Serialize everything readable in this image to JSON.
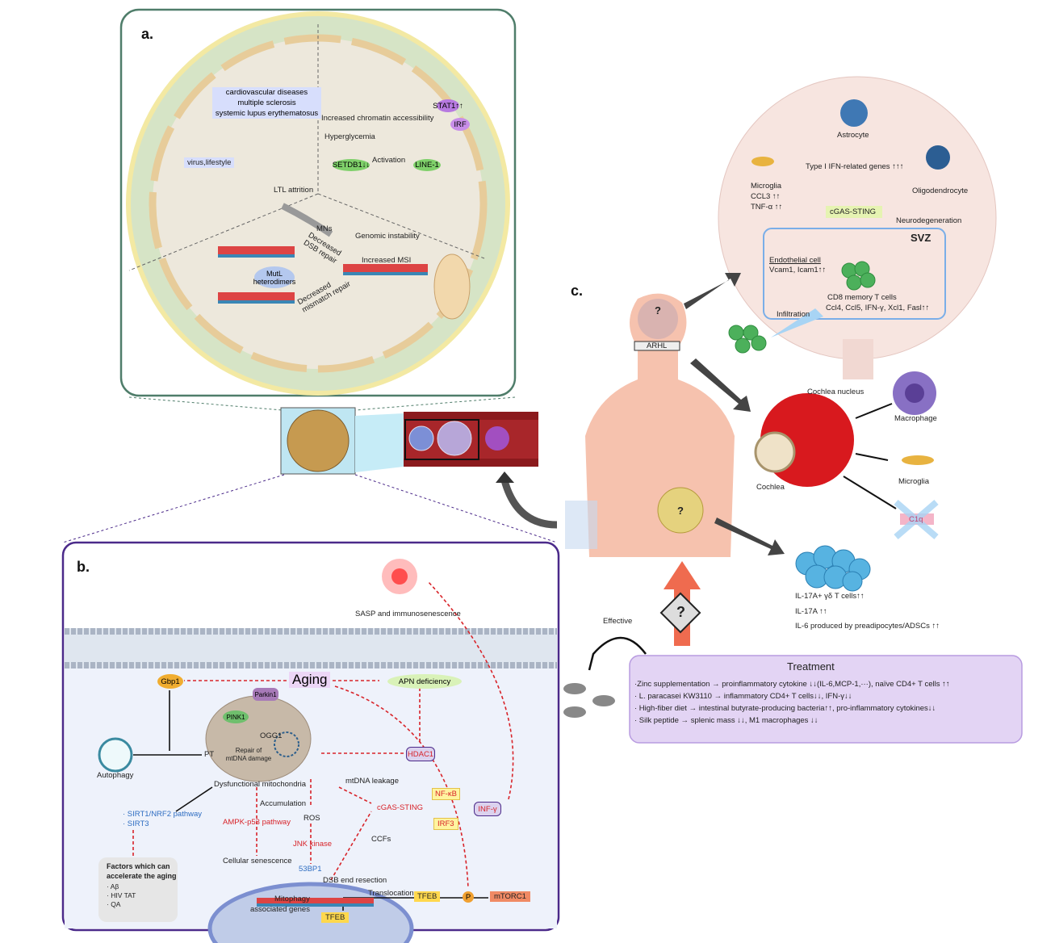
{
  "panel_a": {
    "label": "a.",
    "diseases": [
      "cardiovascular  diseases",
      "multiple sclerosis",
      "systemic lupus erythematosus"
    ],
    "virus": "virus,lifestyle",
    "ltl": "LTL attrition",
    "chromatin": "Increased chromatin accessibility",
    "stat1": "STAT1↑↑",
    "irf": "IRF",
    "hyperglycemia": "Hyperglycemia",
    "setdb1": "SETDB1↓↓",
    "activation": "Activation",
    "line1": "LINE-1",
    "mns": "MNs",
    "genomic": "Genomic instability",
    "dsb": "Decreased DSB repair",
    "msi": "Increased MSI",
    "mutl": "MutL heterodimers",
    "mismatch": "Decreased mismatch repair"
  },
  "panel_b": {
    "label": "b.",
    "sasp": "SASP and immunosenescence",
    "aging": "Aging",
    "gbp1": "Gbp1",
    "apn": "APN deficiency",
    "parkin": "Parkin1",
    "pink1": "PINK1",
    "ogg1": "OGG1",
    "repair": "Repair of mtDNA damage",
    "pt": "PT",
    "autophagy": "Autophagy",
    "hdac1": "HDAC1",
    "dysfunctional": "Dysfunctional mitochondria",
    "mtdna": "mtDNA leakage",
    "accumulation": "Accumulation",
    "ros": "ROS",
    "sirt": [
      "· SIRT1/NRF2 pathway",
      "· SIRT3"
    ],
    "ampk": "AMPK-p53 pathway",
    "cgas": "cGAS-STING",
    "nfkb": "NF-κB",
    "irf3": "IRF3",
    "infg": "INF-γ",
    "jnk": "JNK kinase",
    "ccfs": "CCFs",
    "senescence": "Cellular senescence",
    "bp53": "53BP1",
    "dsb_resection": "DSB end resection",
    "translocation": "Translocation",
    "tfeb": "TFEB",
    "p": "P",
    "mtorc1": "mTORC1",
    "mitophagy": [
      "Mitophagy",
      "associated genes"
    ],
    "factors_title": [
      "Factors which can",
      "accelerate the aging"
    ],
    "factors": [
      "· Aβ",
      "· HIV TAT",
      "· QA"
    ]
  },
  "panel_c": {
    "label": "c.",
    "astrocyte": "Astrocyte",
    "ifn_genes": "Type I IFN-related genes ↑↑↑",
    "microglia_brain": [
      "Microglia",
      "CCL3 ↑↑",
      "TNF-α ↑↑"
    ],
    "oligo": "Oligodendrocyte",
    "cgas": "cGAS-STING",
    "neurodegeneration": "Neurodegeneration",
    "svz": "SVZ",
    "endothelial": "Endothelial cell",
    "vcam": "Vcam1, Icam1↑↑",
    "cd8": "CD8 memory T cells",
    "cd8_genes": "Ccl4, Ccl5, IFN-γ, Xcl1, Fasl↑↑",
    "infiltration": "Infiltration",
    "arhl": "ARHL",
    "question": "?",
    "cochlea_nucleus": "Cochlea nucleus",
    "cochlea": "Cochlea",
    "macrophage": "Macrophage",
    "microglia": "Microglia",
    "c1q": "C1q",
    "il17_lines": [
      "IL-17A+ γδ T cells↑↑",
      "IL-17A ↑↑",
      "IL-6 produced by preadipocytes/ADSCs ↑↑"
    ],
    "effective": "Effective"
  },
  "treatment": {
    "title": "Treatment",
    "items": [
      "·Zinc supplementation → proinflammatory cytokine ↓↓(IL-6,MCP-1,···), naïve CD4+ T cells ↑↑",
      "· L. paracasei KW3110 → inflammatory CD4+ T cells↓↓, IFN-γ↓↓",
      "· High-fiber diet → intestinal butyrate-producing bacteria↑↑, pro-inflammatory cytokines↓↓",
      "· Silk peptide → splenic mass ↓↓, M1 macrophages ↓↓"
    ]
  },
  "colors": {
    "panel_a_border": "#4f7d6a",
    "panel_b_border": "#4b2a8a",
    "arrow_red": "#d8242a",
    "treatment_bg": "#e3d4f4",
    "body": "#f6c2ae"
  }
}
